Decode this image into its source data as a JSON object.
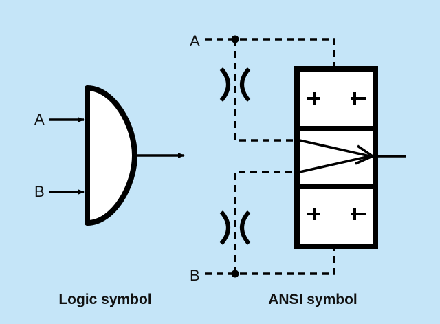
{
  "logic": {
    "input_a": "A",
    "input_b": "B",
    "caption": "Logic symbol"
  },
  "ansi": {
    "input_a": "A",
    "input_b": "B",
    "caption": "ANSI symbol"
  },
  "colors": {
    "background": "#c5e5f8",
    "stroke": "#000000",
    "fill": "#ffffff"
  }
}
